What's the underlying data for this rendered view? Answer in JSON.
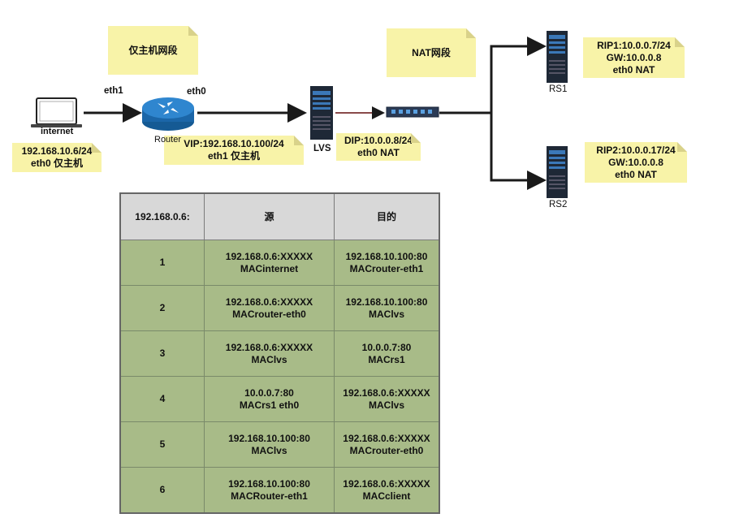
{
  "colors": {
    "note": "#f8f3a8",
    "table_header": "#d8d8d8",
    "table_body": "#a8bb88",
    "link": "#1a1a1a",
    "router": "#1f6fb0",
    "server": "#1f2a3a"
  },
  "notes": {
    "host_segment": "仅主机网段",
    "nat_segment": "NAT网段",
    "client_ip": {
      "line1": "192.168.10.6/24",
      "line2": "eth0 仅主机"
    },
    "vip": {
      "line1": "VIP:192.168.10.100/24",
      "line2": "eth1 仅主机"
    },
    "dip": {
      "line1": "DIP:10.0.0.8/24",
      "line2": "eth0 NAT"
    },
    "rs1": {
      "line1": "RIP1:10.0.0.7/24",
      "line2": "GW:10.0.0.8",
      "line3": "eth0 NAT"
    },
    "rs2": {
      "line1": "RIP2:10.0.0.17/24",
      "line2": "GW:10.0.0.8",
      "line3": "eth0 NAT"
    }
  },
  "labels": {
    "eth1": "eth1",
    "eth0": "eth0",
    "internet": "internet",
    "router": "Router",
    "lvs": "LVS",
    "rs1": "RS1",
    "rs2": "RS2"
  },
  "table": {
    "headers": [
      "192.168.0.6:",
      "源",
      "目的"
    ],
    "rows": [
      {
        "step": "1",
        "src1": "192.168.0.6:XXXXX",
        "src2": "MACinternet",
        "dst1": "192.168.10.100:80",
        "dst2": "MACrouter-eth1"
      },
      {
        "step": "2",
        "src1": "192.168.0.6:XXXXX",
        "src2": "MACrouter-eth0",
        "dst1": "192.168.10.100:80",
        "dst2": "MAClvs"
      },
      {
        "step": "3",
        "src1": "192.168.0.6:XXXXX",
        "src2": "MAClvs",
        "dst1": "10.0.0.7:80",
        "dst2": "MACrs1"
      },
      {
        "step": "4",
        "src1": "10.0.0.7:80",
        "src2": "MACrs1 eth0",
        "dst1": "192.168.0.6:XXXXX",
        "dst2": "MAClvs"
      },
      {
        "step": "5",
        "src1": "192.168.10.100:80",
        "src2": "MAClvs",
        "dst1": "192.168.0.6:XXXXX",
        "dst2": "MACrouter-eth0"
      },
      {
        "step": "6",
        "src1": "192.168.10.100:80",
        "src2": "MACRouter-eth1",
        "dst1": "192.168.0.6:XXXXX",
        "dst2": "MACclient"
      }
    ]
  }
}
